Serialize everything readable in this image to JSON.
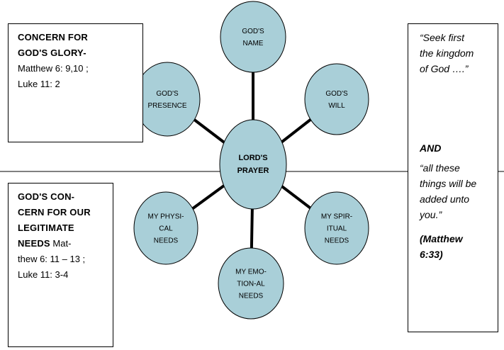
{
  "colors": {
    "ellipse_fill": "#a9cfd8",
    "ellipse_stroke": "#000000",
    "line": "#000000"
  },
  "center": {
    "lines": [
      "LORD'S",
      "PRAYER"
    ]
  },
  "petals": [
    {
      "id": "gods-name",
      "lines": [
        "GOD'S",
        "NAME"
      ]
    },
    {
      "id": "gods-will",
      "lines": [
        "GOD'S",
        "WILL"
      ]
    },
    {
      "id": "my-spiritual-needs",
      "lines": [
        "MY SPIR-",
        "ITUAL",
        "NEEDS"
      ]
    },
    {
      "id": "my-emotional-needs",
      "lines": [
        "MY EMO-",
        "TION-AL",
        "NEEDS"
      ]
    },
    {
      "id": "my-physical-needs",
      "lines": [
        "MY PHYSI-",
        "CAL",
        "NEEDS"
      ]
    },
    {
      "id": "gods-presence",
      "lines": [
        "GOD'S",
        "PRESENCE"
      ]
    }
  ],
  "left_top_box": {
    "bold_lines": [
      "CONCERN FOR",
      "GOD'S  GLORY-"
    ],
    "lines": [
      "Matthew 6: 9,10 ;",
      "Luke 11: 2"
    ]
  },
  "left_bottom_box": {
    "bold_lines": [
      "GOD'S CON-",
      "CERN FOR OUR",
      "LEGITIMATE"
    ],
    "mixed_line": {
      "bold": "NEEDS",
      "normal": " Mat-"
    },
    "lines": [
      "thew 6: 11 – 13 ;",
      "Luke 11: 3-4"
    ]
  },
  "right_box": {
    "quote1": [
      "“Seek first",
      "the kingdom",
      "of God ….”"
    ],
    "and": "AND",
    "quote2": [
      "“all these",
      "things will be",
      "added unto",
      "you.”"
    ],
    "ref": [
      "(Matthew",
      "6:33)"
    ]
  }
}
